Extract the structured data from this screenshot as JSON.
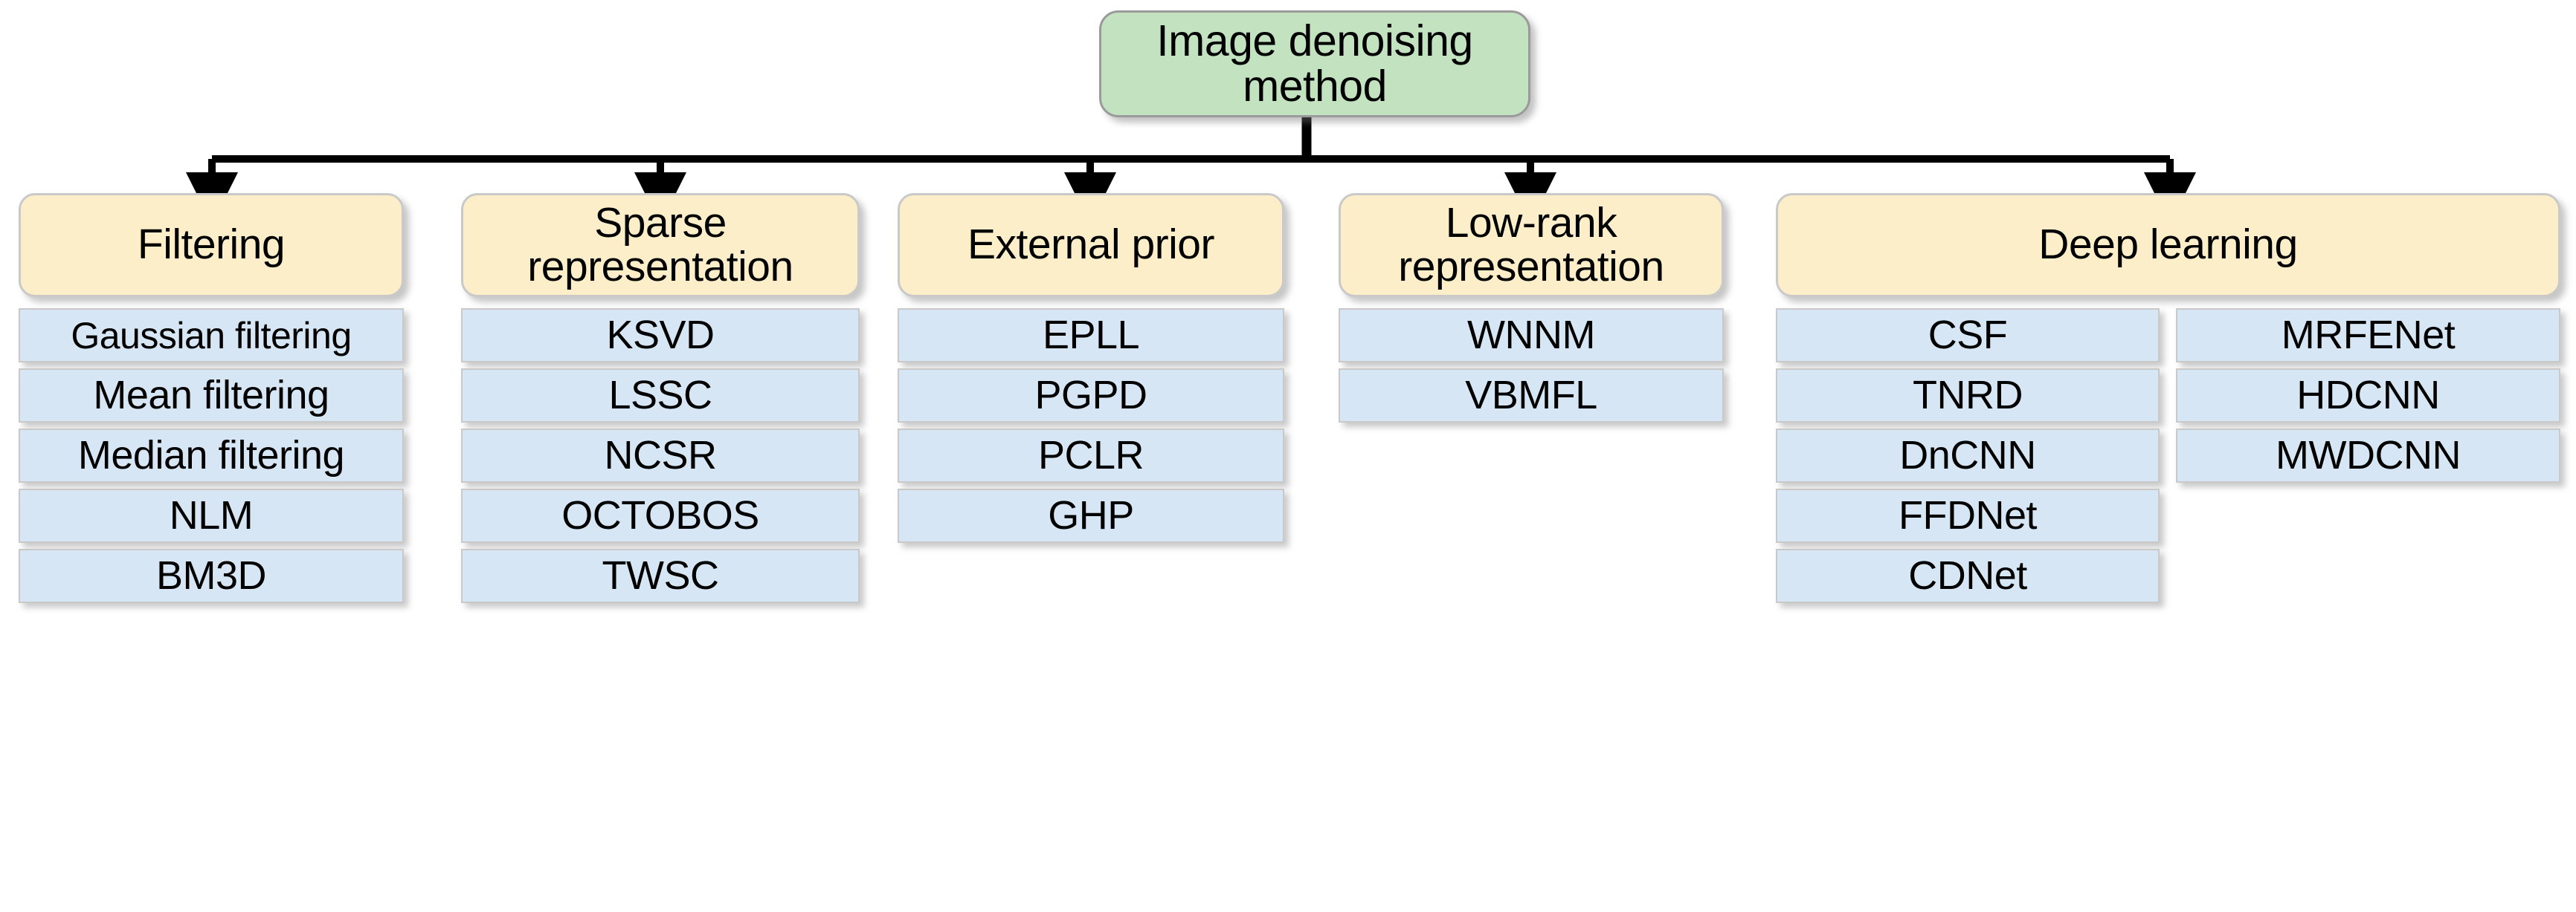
{
  "root": {
    "label": "Image denoising method",
    "color": "#c3e2c0"
  },
  "colors": {
    "root_fill": "#c3e2c0",
    "category_fill": "#fceec8",
    "item_fill": "#d6e6f4",
    "border": "#c9c9c9",
    "connector": "#000000",
    "background": "#ffffff"
  },
  "categories": [
    {
      "label": "Filtering",
      "items": [
        "Gaussian filtering",
        "Mean filtering",
        "Median filtering",
        "NLM",
        "BM3D"
      ]
    },
    {
      "label": "Sparse representation",
      "items": [
        "KSVD",
        "LSSC",
        "NCSR",
        "OCTOBOS",
        "TWSC"
      ]
    },
    {
      "label": "External prior",
      "items": [
        "EPLL",
        "PGPD",
        "PCLR",
        "GHP"
      ]
    },
    {
      "label": "Low-rank representation",
      "items": [
        "WNNM",
        "VBMFL"
      ]
    },
    {
      "label": "Deep learning",
      "items_left": [
        "CSF",
        "TNRD",
        "DnCNN",
        "FFDNet",
        "CDNet"
      ],
      "items_right": [
        "MRFENet",
        "HDCNN",
        "MWDCNN"
      ]
    }
  ]
}
